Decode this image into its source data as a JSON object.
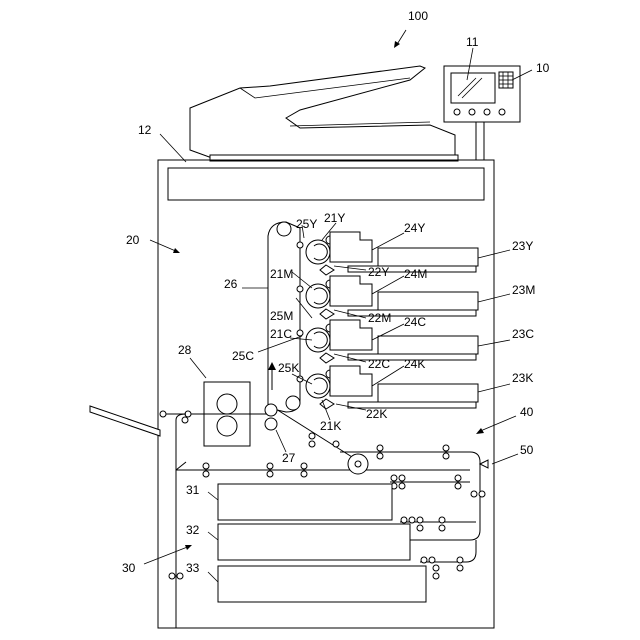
{
  "labels": {
    "l100": "100",
    "l11": "11",
    "l10": "10",
    "l12": "12",
    "l20": "20",
    "l21Y": "21Y",
    "l25Y": "25Y",
    "l24Y": "24Y",
    "l23Y": "23Y",
    "l22Y": "22Y",
    "l21M": "21M",
    "l24M": "24M",
    "l23M": "23M",
    "l25M": "25M",
    "l22M": "22M",
    "l26": "26",
    "l21C": "21C",
    "l24C": "24C",
    "l23C": "23C",
    "l25C": "25C",
    "l22C": "22C",
    "l28": "28",
    "l25K": "25K",
    "l24K": "24K",
    "l23K": "23K",
    "l22K": "22K",
    "l21K": "21K",
    "l40": "40",
    "l27": "27",
    "l50": "50",
    "l31": "31",
    "l32": "32",
    "l30": "30",
    "l33": "33"
  }
}
